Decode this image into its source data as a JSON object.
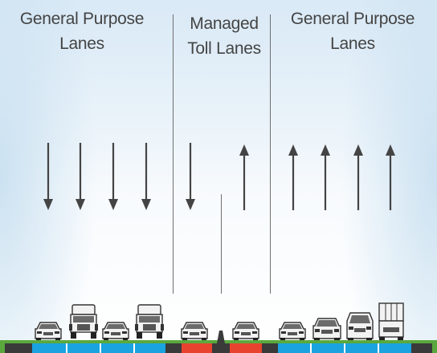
{
  "labels": {
    "left_line1": "General Purpose",
    "left_line2": "Lanes",
    "middle_line1": "Managed",
    "middle_line2": "Toll Lanes",
    "right_line1": "General Purpose",
    "right_line2": "Lanes"
  },
  "lanes": {
    "general_purpose_left": {
      "direction": "down",
      "count": 4
    },
    "managed_toll": [
      {
        "direction": "down"
      },
      {
        "direction": "up"
      }
    ],
    "general_purpose_right": {
      "direction": "up",
      "count": 4
    }
  },
  "colors": {
    "general_purpose_lane": "#1aa3df",
    "toll_lane": "#e8432f",
    "shoulder": "#3a3a3a",
    "grass": "#5aa83d",
    "arrow": "#444444",
    "text": "#444444"
  },
  "vehicles": [
    {
      "type": "car",
      "icon": "car-icon"
    },
    {
      "type": "semi-truck",
      "icon": "semi-truck-icon"
    },
    {
      "type": "car",
      "icon": "car-icon"
    },
    {
      "type": "semi-truck",
      "icon": "semi-truck-icon"
    },
    {
      "type": "car",
      "icon": "car-icon"
    },
    {
      "type": "car",
      "icon": "car-icon"
    },
    {
      "type": "car",
      "icon": "car-icon"
    },
    {
      "type": "suv",
      "icon": "suv-icon"
    },
    {
      "type": "van",
      "icon": "van-icon"
    },
    {
      "type": "box-truck",
      "icon": "box-truck-icon"
    }
  ]
}
